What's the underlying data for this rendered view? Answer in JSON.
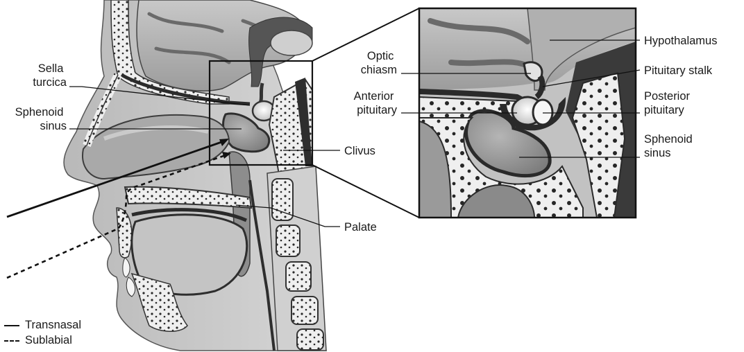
{
  "labels": {
    "sella_turcica": [
      "Sella",
      "turcica"
    ],
    "sphenoid_sinus": [
      "Sphenoid",
      "sinus"
    ],
    "clivus": "Clivus",
    "palate": "Palate",
    "optic_chiasm": [
      "Optic",
      "chiasm"
    ],
    "anterior_pituitary": [
      "Anterior",
      "pituitary"
    ],
    "hypothalamus": "Hypothalamus",
    "pituitary_stalk": "Pituitary stalk",
    "posterior_pituitary": [
      "Posterior",
      "pituitary"
    ],
    "sphenoid_sinus_inset": [
      "Sphenoid",
      "sinus"
    ]
  },
  "legend": {
    "transnasal": "Transnasal",
    "sublabial": "Sublabial"
  },
  "colors": {
    "tissue": "#c9c9c9",
    "bone": "#ededed",
    "dark": "#3a3a3a",
    "brain": "#b8b8b8",
    "airway": "#8f8f8f"
  }
}
